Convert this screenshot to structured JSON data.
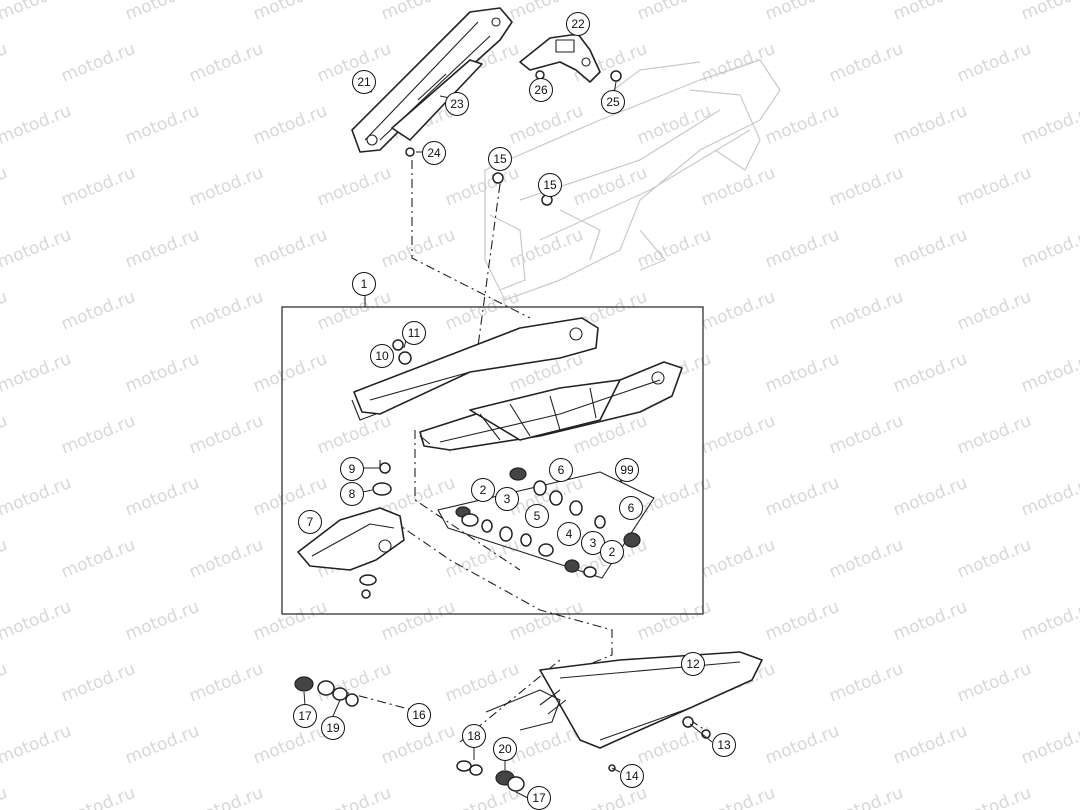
{
  "watermark": {
    "text": "motod.ru"
  },
  "callouts": [
    {
      "label": "21"
    },
    {
      "label": "22"
    },
    {
      "label": "23"
    },
    {
      "label": "24"
    },
    {
      "label": "25"
    },
    {
      "label": "26"
    },
    {
      "label": "15"
    },
    {
      "label": "15"
    },
    {
      "label": "1"
    },
    {
      "label": "11"
    },
    {
      "label": "10"
    },
    {
      "label": "9"
    },
    {
      "label": "8"
    },
    {
      "label": "7"
    },
    {
      "label": "2"
    },
    {
      "label": "3"
    },
    {
      "label": "6"
    },
    {
      "label": "99"
    },
    {
      "label": "5"
    },
    {
      "label": "6"
    },
    {
      "label": "4"
    },
    {
      "label": "3"
    },
    {
      "label": "2"
    },
    {
      "label": "12"
    },
    {
      "label": "13"
    },
    {
      "label": "14"
    },
    {
      "label": "17"
    },
    {
      "label": "19"
    },
    {
      "label": "16"
    },
    {
      "label": "18"
    },
    {
      "label": "20"
    },
    {
      "label": "17"
    }
  ]
}
